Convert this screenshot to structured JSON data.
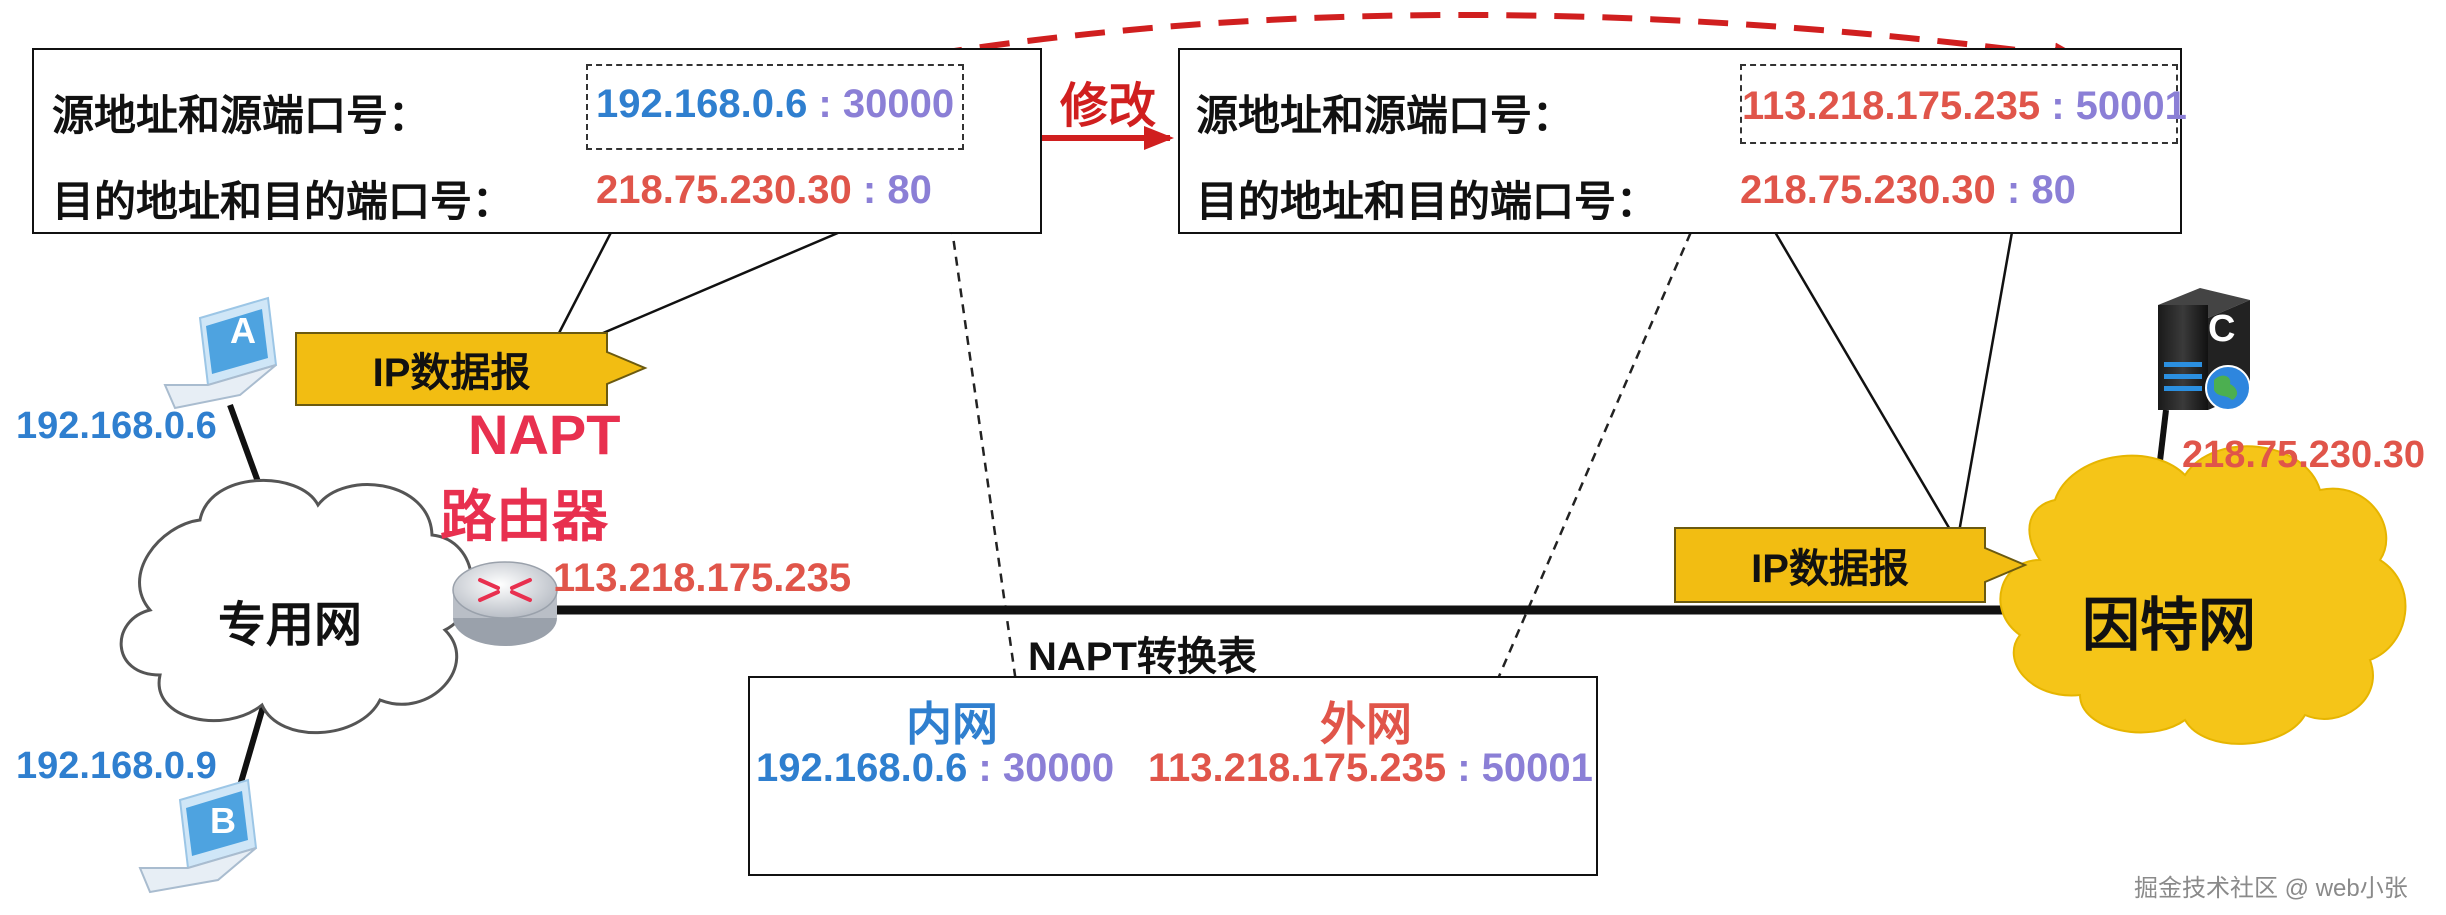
{
  "packet_before": {
    "src_label": "源地址和源端口号：",
    "src_ip": "192.168.0.6",
    "src_port": "30000",
    "dst_label": "目的地址和目的端口号：",
    "dst_ip": "218.75.230.30",
    "dst_port": "80"
  },
  "modify_label": "修改",
  "packet_after": {
    "src_label": "源地址和源端口号：",
    "src_ip": "113.218.175.235",
    "src_port": "50001",
    "dst_label": "目的地址和目的端口号：",
    "dst_ip": "218.75.230.30",
    "dst_port": "80"
  },
  "separator": " : ",
  "ip_datagram_label": "IP数据报",
  "router": {
    "name_line1": "NAPT",
    "name_line2": "路由器",
    "public_ip": "113.218.175.235"
  },
  "private_network_label": "专用网",
  "internet_label": "因特网",
  "host_a": {
    "letter": "A",
    "ip": "192.168.0.6"
  },
  "host_b": {
    "letter": "B",
    "ip": "192.168.0.9"
  },
  "server_c": {
    "letter": "C",
    "ip": "218.75.230.30"
  },
  "napt_table": {
    "title": "NAPT转换表",
    "inner_header": "内网",
    "outer_header": "外网",
    "inner_ip": "192.168.0.6",
    "inner_port": "30000",
    "outer_ip": "113.218.175.235",
    "outer_port": "50001"
  },
  "watermark": "掘金技术社区 @ web小张",
  "colors": {
    "private_ip": "#2f7fcf",
    "public_ip": "#e0554a",
    "port": "#8b7fd6",
    "router_name": "#e8304f",
    "datagram_fill": "#f2bd12",
    "internet_cloud": "#f5c518",
    "modify_arrow": "#d01f1f"
  }
}
